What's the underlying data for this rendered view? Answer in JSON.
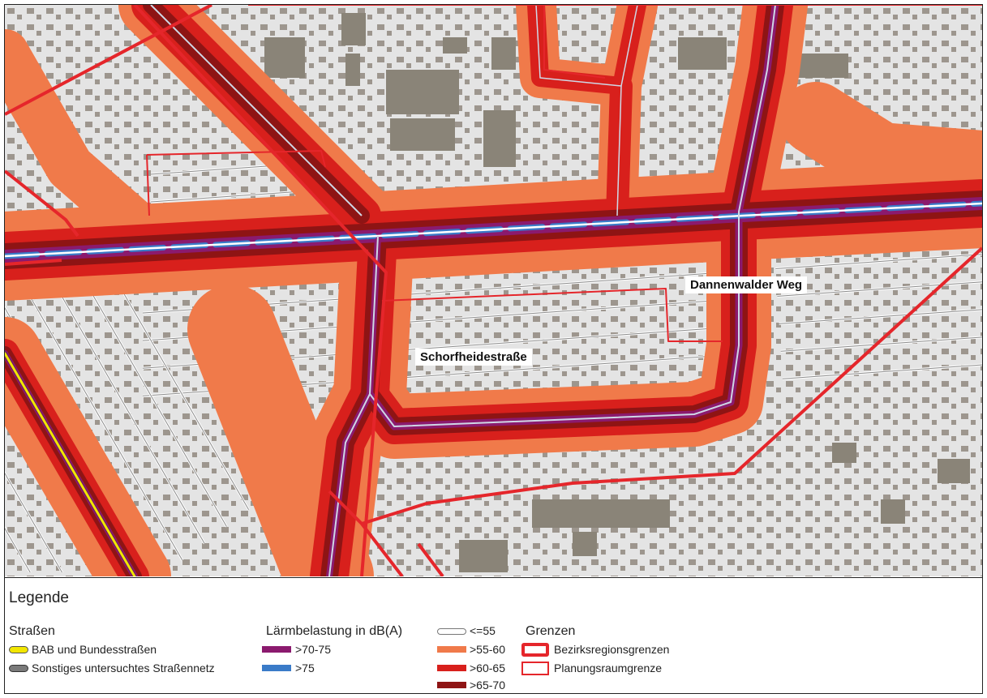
{
  "map": {
    "street_labels": {
      "dannenwalder": "Dannenwalder Weg",
      "schorfheide": "Schorfheidestraße"
    }
  },
  "legend": {
    "title": "Legende",
    "roads": {
      "heading": "Straßen",
      "items": [
        {
          "label": "BAB und Bundesstraßen",
          "color": "#f2e600"
        },
        {
          "label": "Sonstiges untersuchtes Straßennetz",
          "color": "#7a7a7a"
        }
      ]
    },
    "noise": {
      "heading": "Lärmbelastung in dB(A)",
      "items": [
        {
          "label": ">70-75",
          "color": "#8b1a6e"
        },
        {
          "label": ">75",
          "color": "#3a7bc8"
        },
        {
          "label": "<=55",
          "color": "#ffffff"
        },
        {
          "label": ">55-60",
          "color": "#f07a4a"
        },
        {
          "label": ">60-65",
          "color": "#d8201c"
        },
        {
          "label": ">65-70",
          "color": "#8e1414"
        }
      ]
    },
    "boundaries": {
      "heading": "Grenzen",
      "items": [
        {
          "label": "Bezirksregionsgrenzen",
          "color": "#e5262b"
        },
        {
          "label": "Planungsraumgrenze",
          "color": "#e5262b"
        }
      ]
    }
  }
}
